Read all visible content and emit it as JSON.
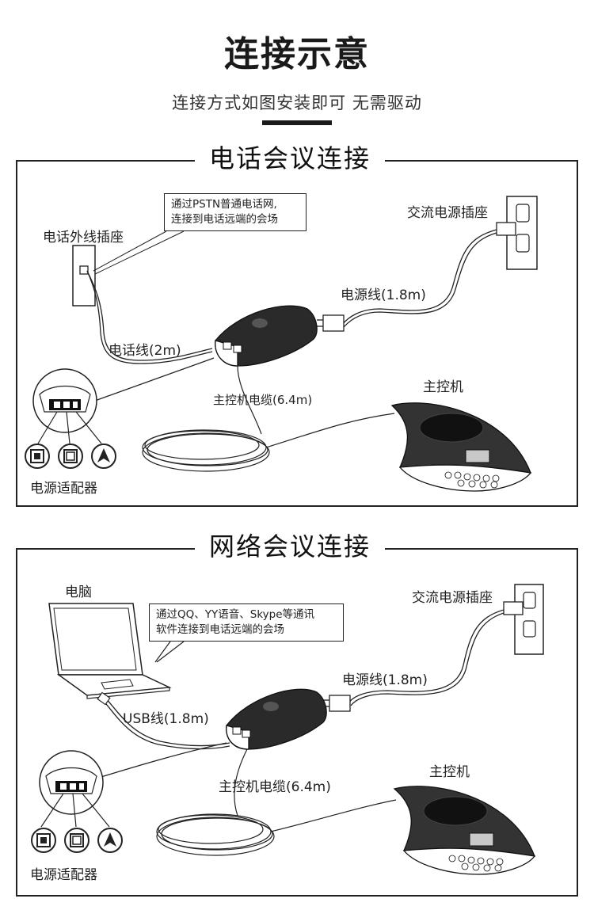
{
  "header": {
    "title": "连接示意",
    "subtitle": "连接方式如图安装即可 无需驱动"
  },
  "phone_panel": {
    "title": "电话会议连接",
    "wall_jack_label": "电话外线插座",
    "note_line1": "通过PSTN普通电话网,",
    "note_line2": "连接到电话远端的会场",
    "outlet_label": "交流电源插座",
    "power_cord_label": "电源线(1.8m)",
    "phone_cord_label": "电话线(2m)",
    "main_cable_label": "主控机电缆(6.4m)",
    "main_unit_label": "主控机",
    "adapter_label": "电源适配器"
  },
  "network_panel": {
    "title": "网络会议连接",
    "computer_label": "电脑",
    "note_line1": "通过QQ、YY语音、Skype等通讯",
    "note_line2": "软件连接到电话远端的会场",
    "outlet_label": "交流电源插座",
    "power_cord_label": "电源线(1.8m)",
    "usb_cord_label": "USB线(1.8m)",
    "main_cable_label": "主控机电缆(6.4m)",
    "main_unit_label": "主控机",
    "adapter_label": "电源适配器"
  },
  "colors": {
    "line": "#222222",
    "accent": "#1a1a1a",
    "screen": "#c8c8c8"
  }
}
